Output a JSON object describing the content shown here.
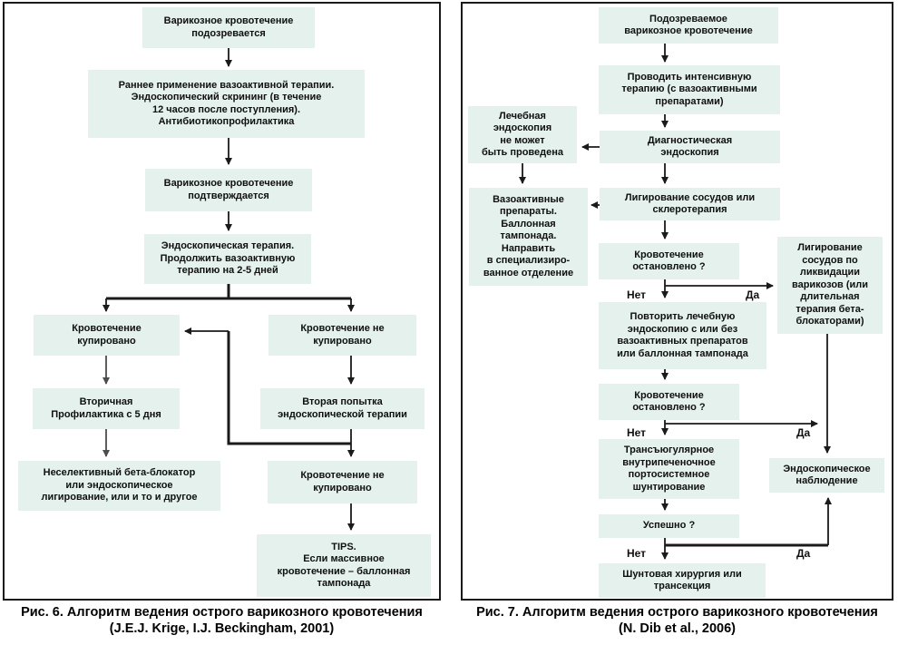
{
  "colors": {
    "box_fill": "#e4f1ec",
    "line": "#1a1a1a",
    "line_gray": "#4d4d4d"
  },
  "figure6": {
    "caption_line1": "Рис. 6. Алгоритм ведения острого варикозного кровотечения",
    "caption_line2": "(J.E.J. Krige, I.J. Beckingham, 2001)",
    "nodes": [
      {
        "id": "suspected-bleeding",
        "text": "Варикозное кровотечение\nподозревается"
      },
      {
        "id": "early-vasoactive-therapy",
        "text": "Раннее применение вазоактивной терапии.\nЭндоскопический скрининг (в течение\n12 часов после поступления).\nАнтибиотикопрофилактика"
      },
      {
        "id": "confirmed-bleeding",
        "text": "Варикозное кровотечение\nподтверждается"
      },
      {
        "id": "endoscopic-therapy",
        "text": "Эндоскопическая терапия.\nПродолжить вазоактивную\nтерапию на 2-5 дней"
      },
      {
        "id": "bleeding-controlled",
        "text": "Кровотечение\nкупировано"
      },
      {
        "id": "bleeding-not-controlled",
        "text": "Кровотечение не\nкупировано"
      },
      {
        "id": "secondary-prophylaxis",
        "text": "Вторичная\nПрофилактика с 5 дня"
      },
      {
        "id": "second-endoscopic-attempt",
        "text": "Вторая попытка\nэндоскопической терапии"
      },
      {
        "id": "beta-blocker-ligation",
        "text": "Неселективный бета-блокатор\nили эндоскопическое\nлигирование, или и то и другое"
      },
      {
        "id": "bleeding-not-controlled-2",
        "text": "Кровотечение не\nкупировано"
      },
      {
        "id": "tips-tamponade",
        "text": "TIPS.\nЕсли массивное\nкровотечение – баллонная\nтампонада"
      }
    ]
  },
  "figure7": {
    "caption_line1": "Рис. 7. Алгоритм ведения острого варикозного кровотечения",
    "caption_line2": "(N. Dib et al., 2006)",
    "labels": {
      "no": "Нет",
      "yes": "Да"
    },
    "nodes": [
      {
        "id": "suspected-bleeding",
        "text": "Подозреваемое\nварикозное кровотечение"
      },
      {
        "id": "intensive-therapy",
        "text": "Проводить интенсивную\nтерапию (с вазоактивными\nпрепаратами)"
      },
      {
        "id": "endoscopy-impossible",
        "text": "Лечебная\nэндоскопия\nне может\nбыть проведена"
      },
      {
        "id": "diagnostic-endoscopy",
        "text": "Диагностическая\nэндоскопия"
      },
      {
        "id": "vasoactive-tamponade-refer",
        "text": "Вазоактивные\nпрепараты.\nБаллонная\nтампонада.\nНаправить\nв специализиро-\nванное отделение"
      },
      {
        "id": "ligation-or-sclerotherapy",
        "text": "Лигирование сосудов или\nсклеротерапия"
      },
      {
        "id": "bleeding-stopped-1",
        "text": "Кровотечение\nостановлено ?"
      },
      {
        "id": "ligation-eradication",
        "text": "Лигирование\nсосудов по\nликвидации\nварикозов (или\nдлительная\nтерапия бета-\nблокаторами)"
      },
      {
        "id": "repeat-endoscopy",
        "text": "Повторить лечебную\nэндоскопию с или без\nвазоактивных препаратов\nили баллонная тампонада"
      },
      {
        "id": "bleeding-stopped-2",
        "text": "Кровотечение\nостановлено ?"
      },
      {
        "id": "tipss-shunt",
        "text": "Трансъюгулярное\nвнутрипеченочное\nпортосистемное\nшунтирование"
      },
      {
        "id": "endoscopic-observation",
        "text": "Эндоскопическое\nнаблюдение"
      },
      {
        "id": "successful",
        "text": "Успешно ?"
      },
      {
        "id": "shunt-surgery",
        "text": "Шунтовая хирургия или\nтрансекция"
      }
    ]
  }
}
